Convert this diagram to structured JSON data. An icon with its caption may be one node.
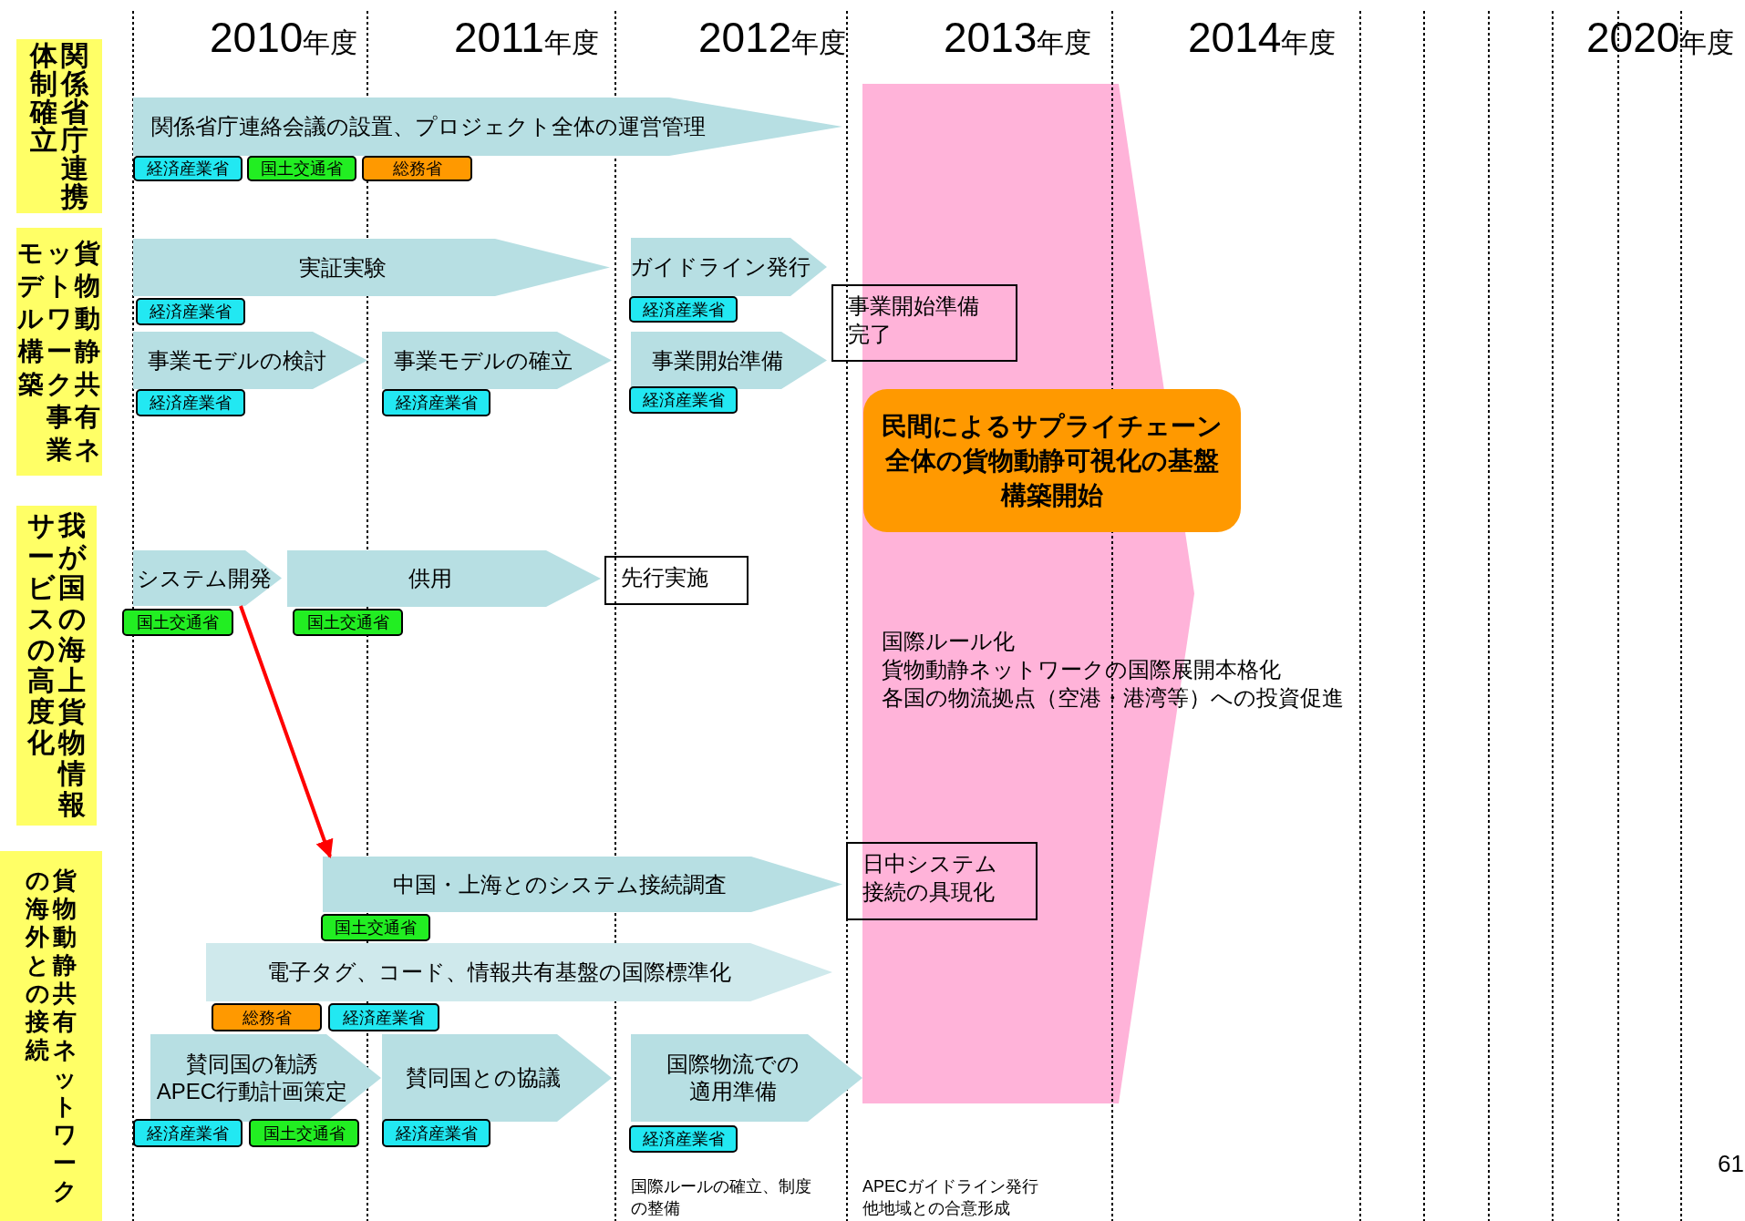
{
  "diagram": {
    "nodes": [
      {
        "text": [
          "関係省庁連携体制確立"
        ]
      },
      {
        "text": [
          "関係省庁連絡会議の設置、プロジェクト全体の運営管理"
        ]
      },
      {
        "text": [
          "経済産業省"
        ]
      },
      {
        "text": [
          "国土交通省"
        ]
      },
      {
        "text": [
          "総務省"
        ]
      },
      {
        "text": [
          "貨物動静共有ネットワーク事業モデル構築"
        ]
      },
      {
        "text": [
          "実証実験"
        ]
      },
      {
        "text": [
          "ガイドライン発行"
        ]
      },
      {
        "text": [
          "経済産業省"
        ]
      },
      {
        "text": [
          "経済産業省"
        ]
      },
      {
        "text": [
          "事業開始準備完了"
        ]
      },
      {
        "text": [
          "事業モデルの検討"
        ]
      },
      {
        "text": [
          "事業モデルの確立"
        ]
      },
      {
        "text": [
          "事業開始準備"
        ]
      },
      {
        "text": [
          "経済産業省"
        ]
      },
      {
        "text": [
          "経済産業省"
        ]
      },
      {
        "text": [
          "経済産業省"
        ]
      },
      {
        "text": [
          "民間によるサプライチェーン全体の貨物動静可視化の基盤構築開始"
        ]
      },
      {
        "text": [
          "我が国の海上貨物情報サービスの高度化"
        ]
      },
      {
        "text": [
          "システム開発"
        ]
      },
      {
        "text": [
          "供用"
        ]
      },
      {
        "text": [
          "先行実施"
        ]
      },
      {
        "text": [
          "国土交通省"
        ]
      },
      {
        "text": [
          "国土交通省"
        ]
      },
      {
        "text": [
          "国際ルール化",
          "貨物動静ネットワークの国際展開本格化",
          "各国の物流拠点（空港・港湾等）への投資促進"
        ]
      },
      {
        "text": [
          "貨物動静共有ネットワークの海外との接続"
        ]
      },
      {
        "text": [
          "中国・上海とのシステム接続調査"
        ]
      },
      {
        "text": [
          "日中システム接続の具現化"
        ]
      },
      {
        "text": [
          "国土交通省"
        ]
      },
      {
        "text": [
          "電子タグ、コード、情報共有基盤の国際標準化"
        ]
      },
      {
        "text": [
          "総務省"
        ]
      },
      {
        "text": [
          "経済産業省"
        ]
      },
      {
        "text": [
          "賛同国の勧誘 APEC行動計画策定"
        ]
      },
      {
        "text": [
          "賛同国との協議"
        ]
      },
      {
        "text": [
          "国際物流での適用準備"
        ]
      },
      {
        "text": [
          "経済産業省"
        ]
      },
      {
        "text": [
          "国土交通省"
        ]
      },
      {
        "text": [
          "経済産業省"
        ]
      },
      {
        "text": [
          "経済産業省"
        ]
      }
    ],
    "edges": [
      {
        "from": 19,
        "to": 26,
        "arrow": "to",
        "color": "#ff0000"
      }
    ],
    "labels": [
      "2010年度",
      "2011年度",
      "2012年度",
      "2013年度",
      "2014年度",
      "2020年度",
      "国際ルールの確立、制度の整備",
      "APECガイドライン発行他地域との合意形成",
      "61"
    ]
  }
}
